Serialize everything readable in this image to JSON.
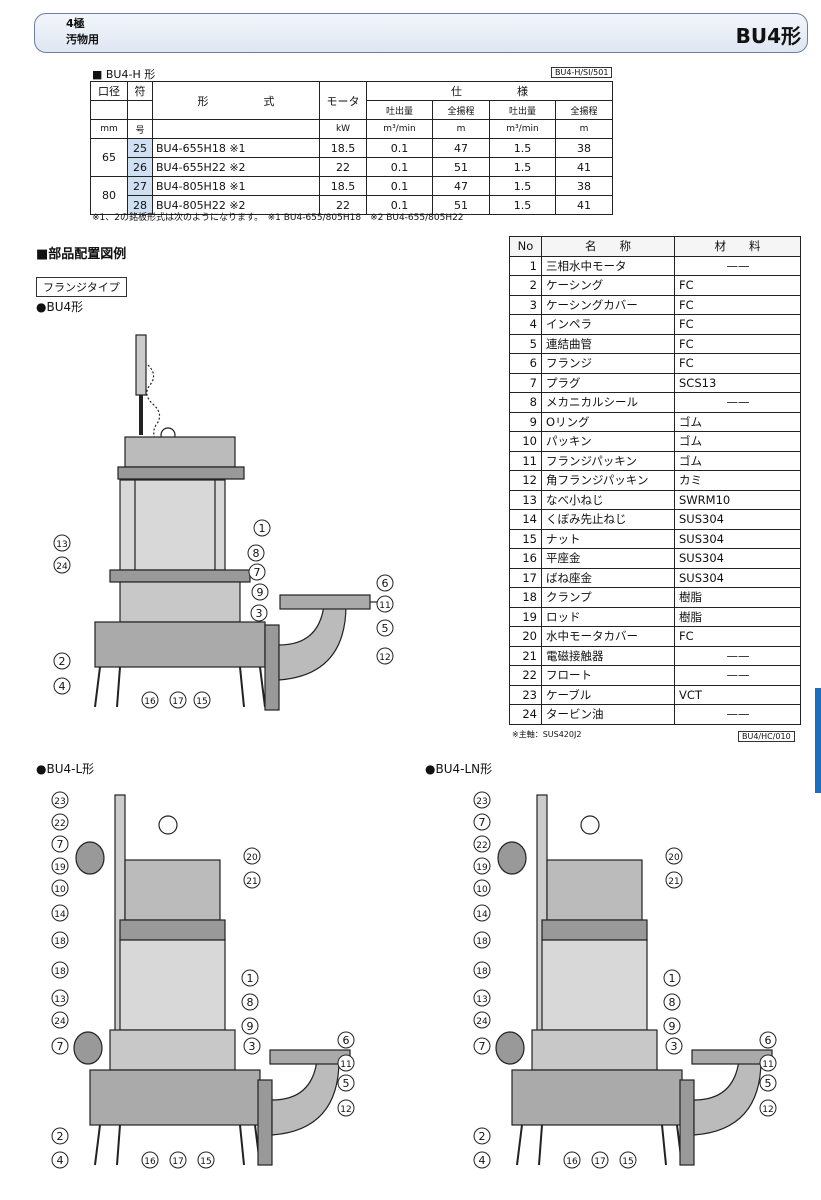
{
  "header": {
    "category_line1": "4極",
    "category_line2": "汚物用",
    "title": "BU4形"
  },
  "spec_table": {
    "title": "■ BU4-H 形",
    "ref_code": "BU4-H/SI/501",
    "headers": {
      "bore": "口径",
      "sign": "符",
      "model": "形　　　　　式",
      "motor": "モータ",
      "spec": "仕　　　　　様",
      "discharge1": "吐出量",
      "head1": "全揚程",
      "discharge2": "吐出量",
      "head2": "全揚程",
      "unit_bore": "mm",
      "unit_sign": "号",
      "unit_motor": "kW",
      "unit_q1": "m³/min",
      "unit_h1": "m",
      "unit_q2": "m³/min",
      "unit_h2": "m"
    },
    "rows": [
      {
        "bore": "65",
        "no": "25",
        "model": "BU4-655H18 ※1",
        "kw": "18.5",
        "q1": "0.1",
        "h1": "47",
        "q2": "1.5",
        "h2": "38"
      },
      {
        "bore": "",
        "no": "26",
        "model": "BU4-655H22 ※2",
        "kw": "22",
        "q1": "0.1",
        "h1": "51",
        "q2": "1.5",
        "h2": "41"
      },
      {
        "bore": "80",
        "no": "27",
        "model": "BU4-805H18 ※1",
        "kw": "18.5",
        "q1": "0.1",
        "h1": "47",
        "q2": "1.5",
        "h2": "38"
      },
      {
        "bore": "",
        "no": "28",
        "model": "BU4-805H22 ※2",
        "kw": "22",
        "q1": "0.1",
        "h1": "51",
        "q2": "1.5",
        "h2": "41"
      }
    ],
    "note": "※1、2の銘板形式は次のようになります。　※1 BU4-655/805H18　※2 BU4-655/805H22"
  },
  "section_title": "■部品配置図例",
  "flange_label": "フランジタイプ",
  "figures": {
    "bu4": "●BU4形",
    "bu4l": "●BU4-L形",
    "bu4ln": "●BU4-LN形"
  },
  "parts_table": {
    "headers": {
      "no": "No",
      "name": "名　　称",
      "material": "材　　料"
    },
    "rows": [
      {
        "no": "1",
        "name": "三相水中モータ",
        "material": "——"
      },
      {
        "no": "2",
        "name": "ケーシング",
        "material": "FC"
      },
      {
        "no": "3",
        "name": "ケーシングカバー",
        "material": "FC"
      },
      {
        "no": "4",
        "name": "インペラ",
        "material": "FC"
      },
      {
        "no": "5",
        "name": "連結曲管",
        "material": "FC"
      },
      {
        "no": "6",
        "name": "フランジ",
        "material": "FC"
      },
      {
        "no": "7",
        "name": "プラグ",
        "material": "SCS13"
      },
      {
        "no": "8",
        "name": "メカニカルシール",
        "material": "——"
      },
      {
        "no": "9",
        "name": "Oリング",
        "material": "ゴム"
      },
      {
        "no": "10",
        "name": "パッキン",
        "material": "ゴム"
      },
      {
        "no": "11",
        "name": "フランジパッキン",
        "material": "ゴム"
      },
      {
        "no": "12",
        "name": "角フランジパッキン",
        "material": "カミ"
      },
      {
        "no": "13",
        "name": "なべ小ねじ",
        "material": "SWRM10"
      },
      {
        "no": "14",
        "name": "くぼみ先止ねじ",
        "material": "SUS304"
      },
      {
        "no": "15",
        "name": "ナット",
        "material": "SUS304"
      },
      {
        "no": "16",
        "name": "平座金",
        "material": "SUS304"
      },
      {
        "no": "17",
        "name": "ばね座金",
        "material": "SUS304"
      },
      {
        "no": "18",
        "name": "クランプ",
        "material": "樹脂"
      },
      {
        "no": "19",
        "name": "ロッド",
        "material": "樹脂"
      },
      {
        "no": "20",
        "name": "水中モータカバー",
        "material": "FC"
      },
      {
        "no": "21",
        "name": "電磁接触器",
        "material": "——"
      },
      {
        "no": "22",
        "name": "フロート",
        "material": "——"
      },
      {
        "no": "23",
        "name": "ケーブル",
        "material": "VCT"
      },
      {
        "no": "24",
        "name": "タービン油",
        "material": "——"
      }
    ],
    "note": "※主軸：SUS420J2",
    "ref_code": "BU4/HC/010"
  },
  "callouts": {
    "n1": "1",
    "n2": "2",
    "n3": "3",
    "n4": "4",
    "n5": "5",
    "n6": "6",
    "n7": "7",
    "n8": "8",
    "n9": "9",
    "n10": "10",
    "n11": "11",
    "n12": "12",
    "n13": "13",
    "n14": "14",
    "n15": "15",
    "n16": "16",
    "n17": "17",
    "n18": "18",
    "n19": "19",
    "n20": "20",
    "n21": "21",
    "n22": "22",
    "n23": "23",
    "n24": "24"
  }
}
